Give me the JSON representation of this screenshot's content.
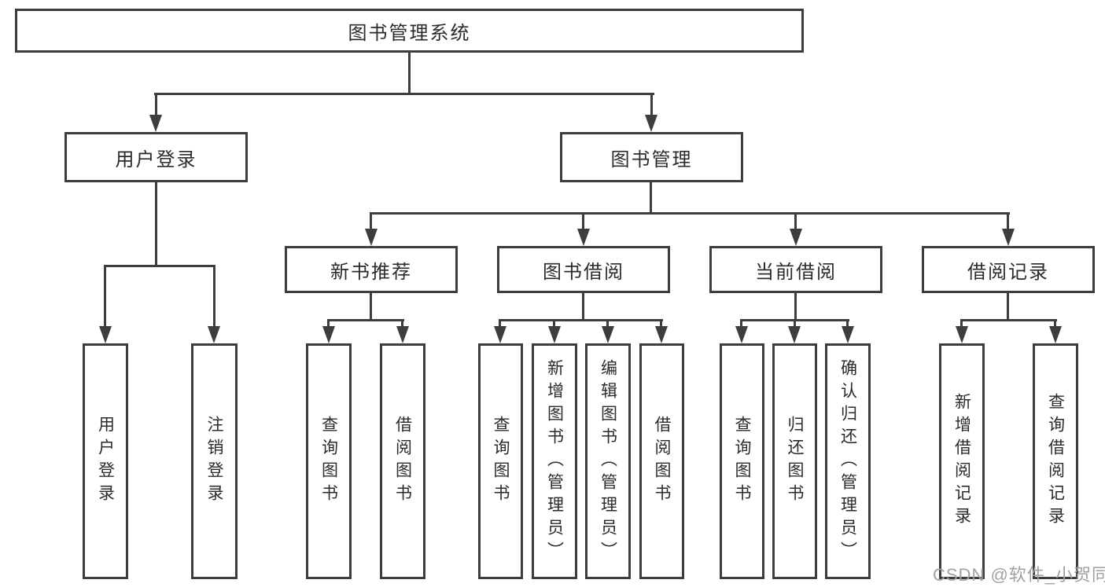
{
  "tree": {
    "label": "图书管理系统",
    "children": [
      {
        "label": "用户登录",
        "children": [
          {
            "label": "用户登录"
          },
          {
            "label": "注销登录"
          }
        ]
      },
      {
        "label": "图书管理",
        "children": [
          {
            "label": "新书推荐",
            "children": [
              {
                "label": "查询图书"
              },
              {
                "label": "借阅图书"
              }
            ]
          },
          {
            "label": "图书借阅",
            "children": [
              {
                "label": "查询图书"
              },
              {
                "label": "新增图书（管理员）"
              },
              {
                "label": "编辑图书（管理员）"
              },
              {
                "label": "借阅图书"
              }
            ]
          },
          {
            "label": "当前借阅",
            "children": [
              {
                "label": "查询图书"
              },
              {
                "label": "归还图书"
              },
              {
                "label": "确认归还（管理员）"
              }
            ]
          },
          {
            "label": "借阅记录",
            "children": [
              {
                "label": "新增借阅记录"
              },
              {
                "label": "查询借阅记录"
              }
            ]
          }
        ]
      }
    ]
  },
  "watermark": {
    "text": "CSDN @软件_小贺同学",
    "color": "#a2a2a6"
  },
  "colors": {
    "line": "#3d3d3d",
    "text": "#2b2b2b",
    "background": "#ffffff"
  }
}
